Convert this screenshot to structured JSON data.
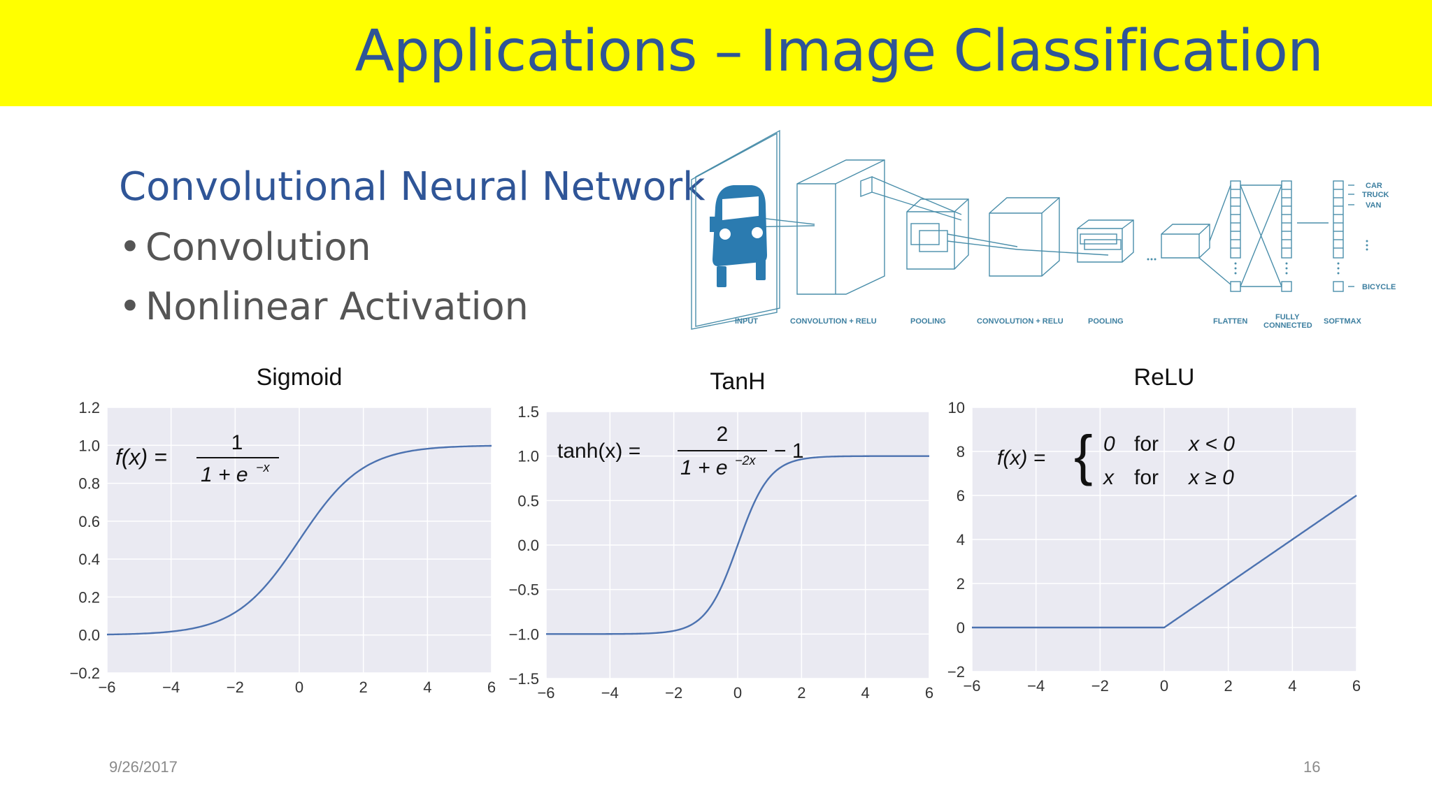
{
  "slide": {
    "title": "Applications – Image Classification",
    "subtitle": "Convolutional Neural Network",
    "bullets": [
      "Convolution",
      "Nonlinear Activation"
    ],
    "date": "9/26/2017",
    "page_number": "16"
  },
  "cnn_diagram": {
    "stage_labels": [
      "INPUT",
      "CONVOLUTION + RELU",
      "POOLING",
      "CONVOLUTION + RELU",
      "POOLING",
      "FLATTEN",
      "FULLY",
      "CONNECTED",
      "SOFTMAX"
    ],
    "output_labels": [
      "CAR",
      "TRUCK",
      "VAN",
      "BICYCLE"
    ],
    "colors": {
      "line": "#4a8eaa",
      "car": "#2b7bb0"
    }
  },
  "chart_data": [
    {
      "type": "line",
      "title": "Sigmoid",
      "formula": {
        "lhs": "f(x) =",
        "numerator": "1",
        "denominator": "1 + e",
        "exponent": "−x"
      },
      "function": "sigmoid",
      "x_range": [
        -6,
        6
      ],
      "xlim": [
        -6,
        6
      ],
      "ylim": [
        -0.2,
        1.2
      ],
      "xticks": [
        "−6",
        "−4",
        "−2",
        "0",
        "2",
        "4",
        "6"
      ],
      "yticks": [
        "−0.2",
        "0.0",
        "0.2",
        "0.4",
        "0.6",
        "0.8",
        "1.0",
        "1.2"
      ],
      "x": [
        -6,
        -4,
        -2,
        -1,
        0,
        1,
        2,
        4,
        6
      ],
      "y": [
        0.002,
        0.018,
        0.119,
        0.269,
        0.5,
        0.731,
        0.881,
        0.982,
        0.998
      ],
      "grid": true,
      "colors": {
        "plot_bg": "#eaeaf2",
        "line": "#4c72b0"
      }
    },
    {
      "type": "line",
      "title": "TanH",
      "formula": {
        "lhs": "tanh(x) =",
        "numerator": "2",
        "denominator": "1 + e",
        "exponent": "−2x",
        "suffix": "− 1"
      },
      "function": "tanh",
      "x_range": [
        -6,
        6
      ],
      "xlim": [
        -6,
        6
      ],
      "ylim": [
        -1.5,
        1.5
      ],
      "xticks": [
        "−6",
        "−4",
        "−2",
        "0",
        "2",
        "4",
        "6"
      ],
      "yticks": [
        "−1.5",
        "−1.0",
        "−0.5",
        "0.0",
        "0.5",
        "1.0",
        "1.5"
      ],
      "x": [
        -6,
        -4,
        -2,
        -1,
        0,
        1,
        2,
        4,
        6
      ],
      "y": [
        -1.0,
        -0.999,
        -0.964,
        -0.762,
        0.0,
        0.762,
        0.964,
        0.999,
        1.0
      ],
      "grid": true,
      "colors": {
        "plot_bg": "#eaeaf2",
        "line": "#4c72b0"
      }
    },
    {
      "type": "line",
      "title": "ReLU",
      "formula": {
        "lhs": "f(x) =",
        "case1": [
          "0",
          "for",
          "x < 0"
        ],
        "case2": [
          "x",
          "for",
          "x ≥ 0"
        ]
      },
      "function": "relu",
      "x_range": [
        -6,
        6
      ],
      "xlim": [
        -6,
        6
      ],
      "ylim": [
        -2,
        10
      ],
      "xticks": [
        "−6",
        "−4",
        "−2",
        "0",
        "2",
        "4",
        "6"
      ],
      "yticks": [
        "−2",
        "0",
        "2",
        "4",
        "6",
        "8",
        "10"
      ],
      "x": [
        -6,
        0,
        6
      ],
      "y": [
        0,
        0,
        6
      ],
      "grid": true,
      "colors": {
        "plot_bg": "#eaeaf2",
        "line": "#4c72b0"
      }
    }
  ]
}
